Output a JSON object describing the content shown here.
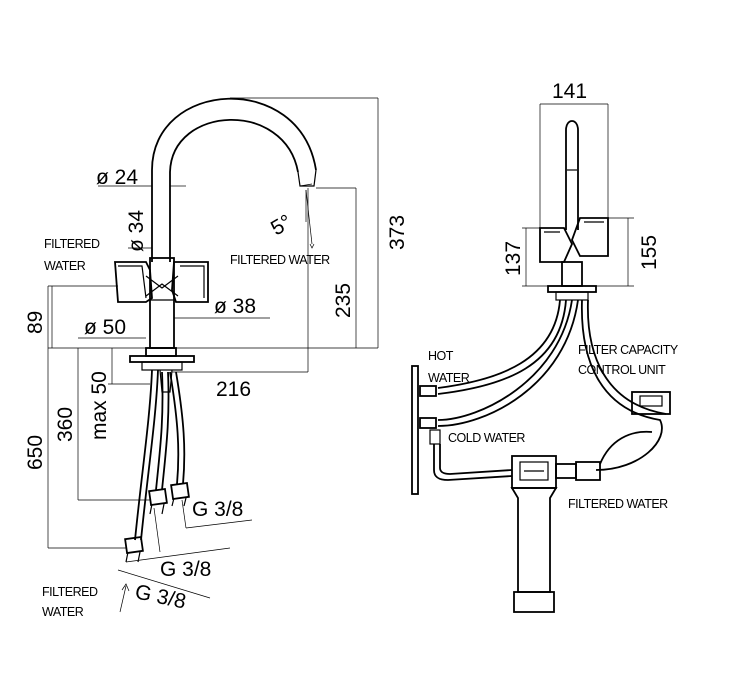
{
  "colors": {
    "line": "#000000",
    "background": "#ffffff"
  },
  "dimensions": {
    "d24": "ø 24",
    "d34": "ø 34",
    "d38": "ø 38",
    "d50": "ø 50",
    "h89": "89",
    "h235": "235",
    "h373": "373",
    "h360": "360",
    "h650": "650",
    "max50": "max 50",
    "w216": "216",
    "w141": "141",
    "h137": "137",
    "h155": "155",
    "angle5": "5°",
    "g38_a": "G 3/8",
    "g38_b": "G 3/8",
    "g38_c": "G 3/8"
  },
  "labels": {
    "filtered_water_left_1": "FILTERED",
    "filtered_water_left_2": "WATER",
    "filtered_water_spout": "FILTERED WATER",
    "filtered_water_bottom_1": "FILTERED",
    "filtered_water_bottom_2": "WATER",
    "hot_water_1": "HOT",
    "hot_water_2": "WATER",
    "cold_water": "COLD WATER",
    "filter_unit_1": "FILTER CAPACITY",
    "filter_unit_2": "CONTROL UNIT",
    "filtered_water_right": "FILTERED WATER"
  }
}
